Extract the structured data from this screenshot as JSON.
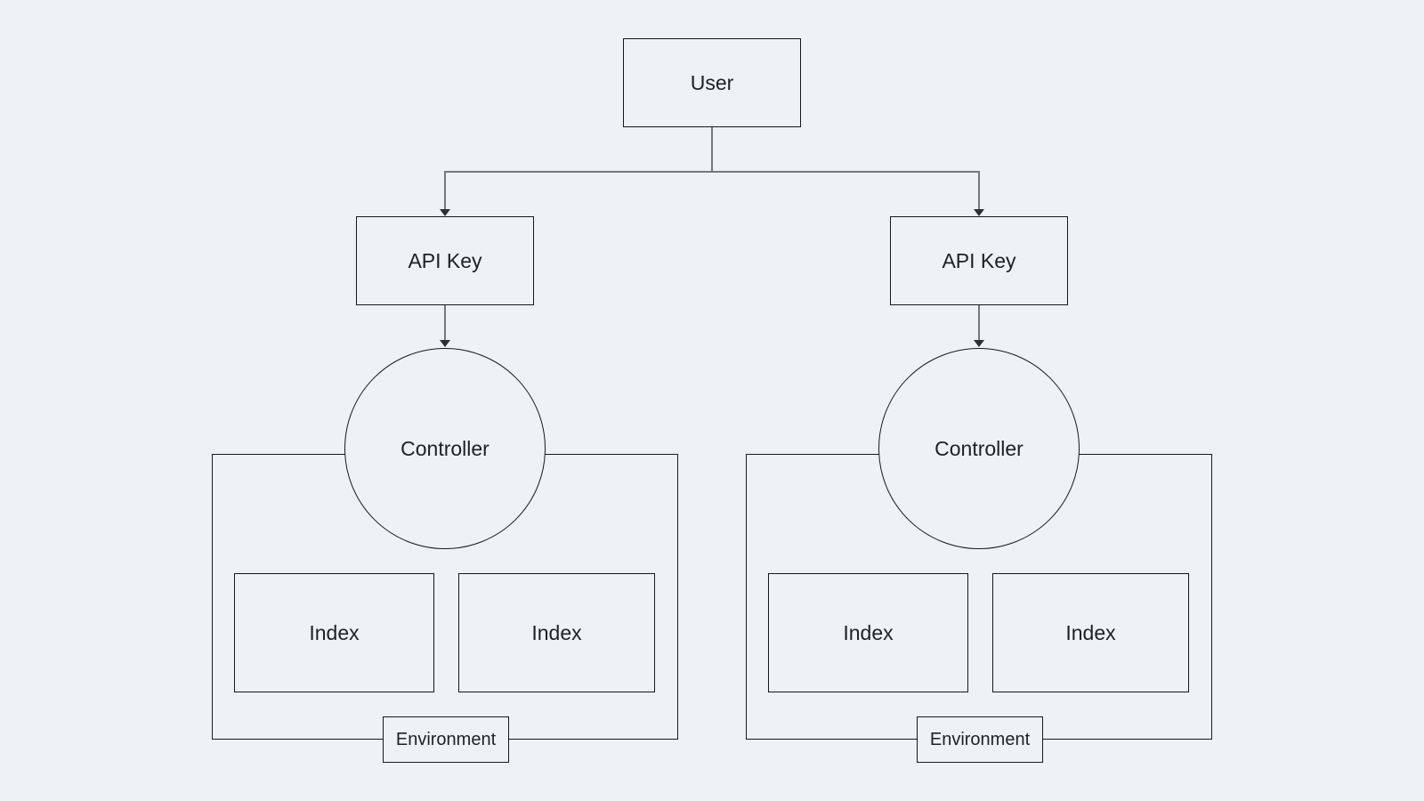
{
  "diagram": {
    "background_color": "#eef2f6",
    "node_border_color": "#15181c",
    "connector_color": "#75787c",
    "arrowhead_color": "#2e3134",
    "user": {
      "label": "User"
    },
    "clusters": [
      {
        "api_key": "API Key",
        "controller": "Controller",
        "indexes": [
          "Index",
          "Index"
        ],
        "environment": "Environment"
      },
      {
        "api_key": "API Key",
        "controller": "Controller",
        "indexes": [
          "Index",
          "Index"
        ],
        "environment": "Environment"
      }
    ]
  }
}
